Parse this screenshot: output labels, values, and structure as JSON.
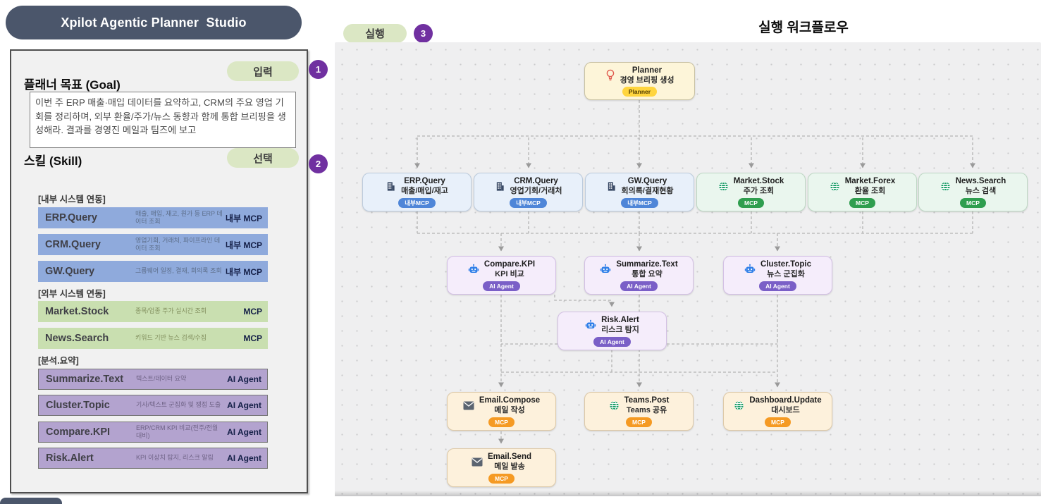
{
  "app": {
    "title": "Xpilot Agentic Planner  Studio"
  },
  "steps": {
    "input_label": "입력",
    "input_badge": "1",
    "select_label": "선택",
    "select_badge": "2",
    "run_label": "실행",
    "run_badge": "3",
    "badge_color": "#7030a0",
    "pill_color": "#dbe7c4"
  },
  "goal": {
    "heading": "플래너 목표 (Goal)",
    "text": "이번 주 ERP 매출·매입 데이터를 요약하고, CRM의 주요 영업 기회를 정리하며, 외부 환율/주가/뉴스 동향과 함께 통합 브리핑을 생성해라. 결과를 경영진 메일과 팀즈에 보고"
  },
  "skills": {
    "heading": "스킬 (Skill)",
    "groups": [
      {
        "label": "[내부 시스템 연동]",
        "row_color": "#8faadc",
        "items": [
          {
            "name": "ERP.Query",
            "desc": "매출, 매입, 재고, 원가 등 ERP 데이터 조회",
            "tag": "내부 MCP"
          },
          {
            "name": "CRM.Query",
            "desc": "영업기회, 거래처, 파이프라인 데이터 조회",
            "tag": "내부 MCP"
          },
          {
            "name": "GW.Query",
            "desc": "그룹웨어 일정, 결재, 회의록 조회",
            "tag": "내부 MCP"
          }
        ]
      },
      {
        "label": "[외부 시스템 연동]",
        "row_color": "#c9dfb0",
        "items": [
          {
            "name": "Market.Stock",
            "desc": "종목/업종 주가 실시간 조회",
            "tag": "MCP"
          },
          {
            "name": "News.Search",
            "desc": "키워드 기반 뉴스 검색/수집",
            "tag": "MCP"
          }
        ]
      },
      {
        "label": "[분석.요약]",
        "row_color": "#b3a3cf",
        "items": [
          {
            "name": "Summarize.Text",
            "desc": "텍스트/데이터 요약",
            "tag": "AI Agent"
          },
          {
            "name": "Cluster.Topic",
            "desc": "기사/텍스트 군집화 및 쟁점 도출",
            "tag": "AI Agent"
          },
          {
            "name": "Compare.KPI",
            "desc": "ERP/CRM KPI 비교(전주/전월 대비)",
            "tag": "AI Agent"
          },
          {
            "name": "Risk.Alert",
            "desc": "KPI 이상치 탐지, 리스크 알림",
            "tag": "AI Agent"
          }
        ]
      }
    ]
  },
  "workflow": {
    "title": "실행 워크플로우",
    "nodes": [
      {
        "title": "Planner",
        "subtitle": "경영 브리핑 생성",
        "badge": "Planner",
        "icon": "lightbulb-icon",
        "badge_color": "#ffd53e"
      },
      {
        "title": "ERP.Query",
        "subtitle": "매출/매입/재고",
        "badge": "내부MCP",
        "icon": "building-icon",
        "badge_color": "#4f86d8"
      },
      {
        "title": "CRM.Query",
        "subtitle": "영업기회/거래처",
        "badge": "내부MCP",
        "icon": "building-icon",
        "badge_color": "#4f86d8"
      },
      {
        "title": "GW.Query",
        "subtitle": "회의록/결재현황",
        "badge": "내부MCP",
        "icon": "building-icon",
        "badge_color": "#4f86d8"
      },
      {
        "title": "Market.Stock",
        "subtitle": "주가 조회",
        "badge": "MCP",
        "icon": "globe-icon",
        "badge_color": "#2f9e4f"
      },
      {
        "title": "Market.Forex",
        "subtitle": "환율 조회",
        "badge": "MCP",
        "icon": "globe-icon",
        "badge_color": "#2f9e4f"
      },
      {
        "title": "News.Search",
        "subtitle": "뉴스 검색",
        "badge": "MCP",
        "icon": "globe-icon",
        "badge_color": "#2f9e4f"
      },
      {
        "title": "Compare.KPI",
        "subtitle": "KPI 비교",
        "badge": "AI Agent",
        "icon": "robot-icon",
        "badge_color": "#7a5fc7"
      },
      {
        "title": "Summarize.Text",
        "subtitle": "통합 요약",
        "badge": "AI Agent",
        "icon": "robot-icon",
        "badge_color": "#7a5fc7"
      },
      {
        "title": "Cluster.Topic",
        "subtitle": "뉴스 군집화",
        "badge": "AI Agent",
        "icon": "robot-icon",
        "badge_color": "#7a5fc7"
      },
      {
        "title": "Risk.Alert",
        "subtitle": "리스크 탐지",
        "badge": "AI Agent",
        "icon": "robot-icon",
        "badge_color": "#7a5fc7"
      },
      {
        "title": "Email.Compose",
        "subtitle": "메일 작성",
        "badge": "MCP",
        "icon": "mail-icon",
        "badge_color": "#f59a23"
      },
      {
        "title": "Teams.Post",
        "subtitle": "Teams 공유",
        "badge": "MCP",
        "icon": "globe-icon",
        "badge_color": "#f59a23"
      },
      {
        "title": "Dashboard.Update",
        "subtitle": "대시보드",
        "badge": "MCP",
        "icon": "globe-icon",
        "badge_color": "#f59a23"
      },
      {
        "title": "Email.Send",
        "subtitle": "메일 발송",
        "badge": "MCP",
        "icon": "mail-icon",
        "badge_color": "#f59a23"
      }
    ]
  }
}
